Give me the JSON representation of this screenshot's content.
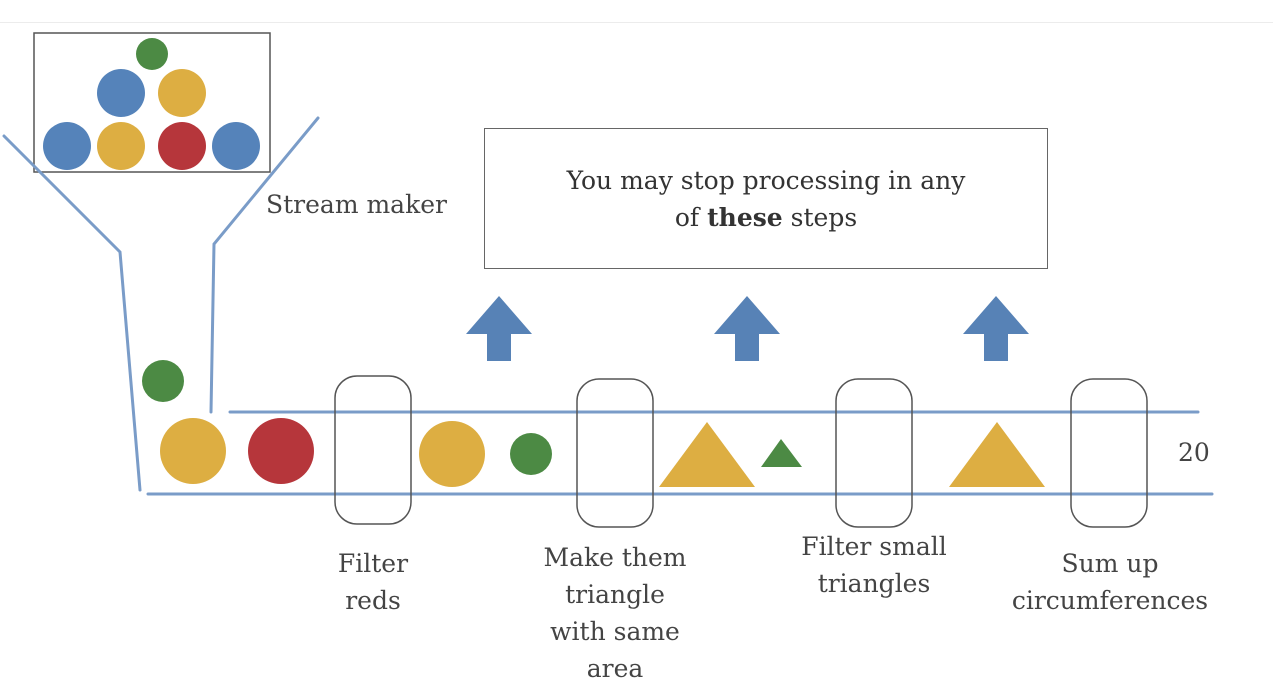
{
  "title": "",
  "labels": {
    "stream_maker": "Stream maker",
    "note": {
      "line1": "You may stop processing in any",
      "line2_prefix": "of ",
      "line2_bold": "these",
      "line2_suffix": " steps"
    },
    "filter_reds": [
      "Filter",
      "reds"
    ],
    "make_triangle": [
      "Make them",
      "triangle",
      "with same",
      "area"
    ],
    "filter_small": [
      "Filter small",
      "triangles"
    ],
    "sum_up": [
      "Sum up",
      "circumferences"
    ],
    "result": "20"
  },
  "colors": {
    "blue": "#5583ba",
    "yellow": "#ddae42",
    "red": "#b6363b",
    "green": "#4c8a44",
    "arrow": "#5782b6",
    "line": "#7a9cc8",
    "frame": "#555555"
  },
  "items": {
    "hopper": [
      "green",
      "blue",
      "yellow",
      "blue",
      "yellow",
      "red",
      "blue"
    ],
    "chute": [
      "green"
    ],
    "before_filter_reds": [
      "yellow-circle",
      "red-circle"
    ],
    "after_filter_reds": [
      "yellow-circle",
      "green-circle"
    ],
    "after_make_triangle": [
      "yellow-triangle",
      "green-triangle"
    ],
    "after_filter_small": [
      "yellow-triangle"
    ]
  },
  "steps": [
    "filter-reds",
    "make-triangle",
    "filter-small-triangles",
    "sum-circumferences"
  ],
  "up_arrows": 3
}
